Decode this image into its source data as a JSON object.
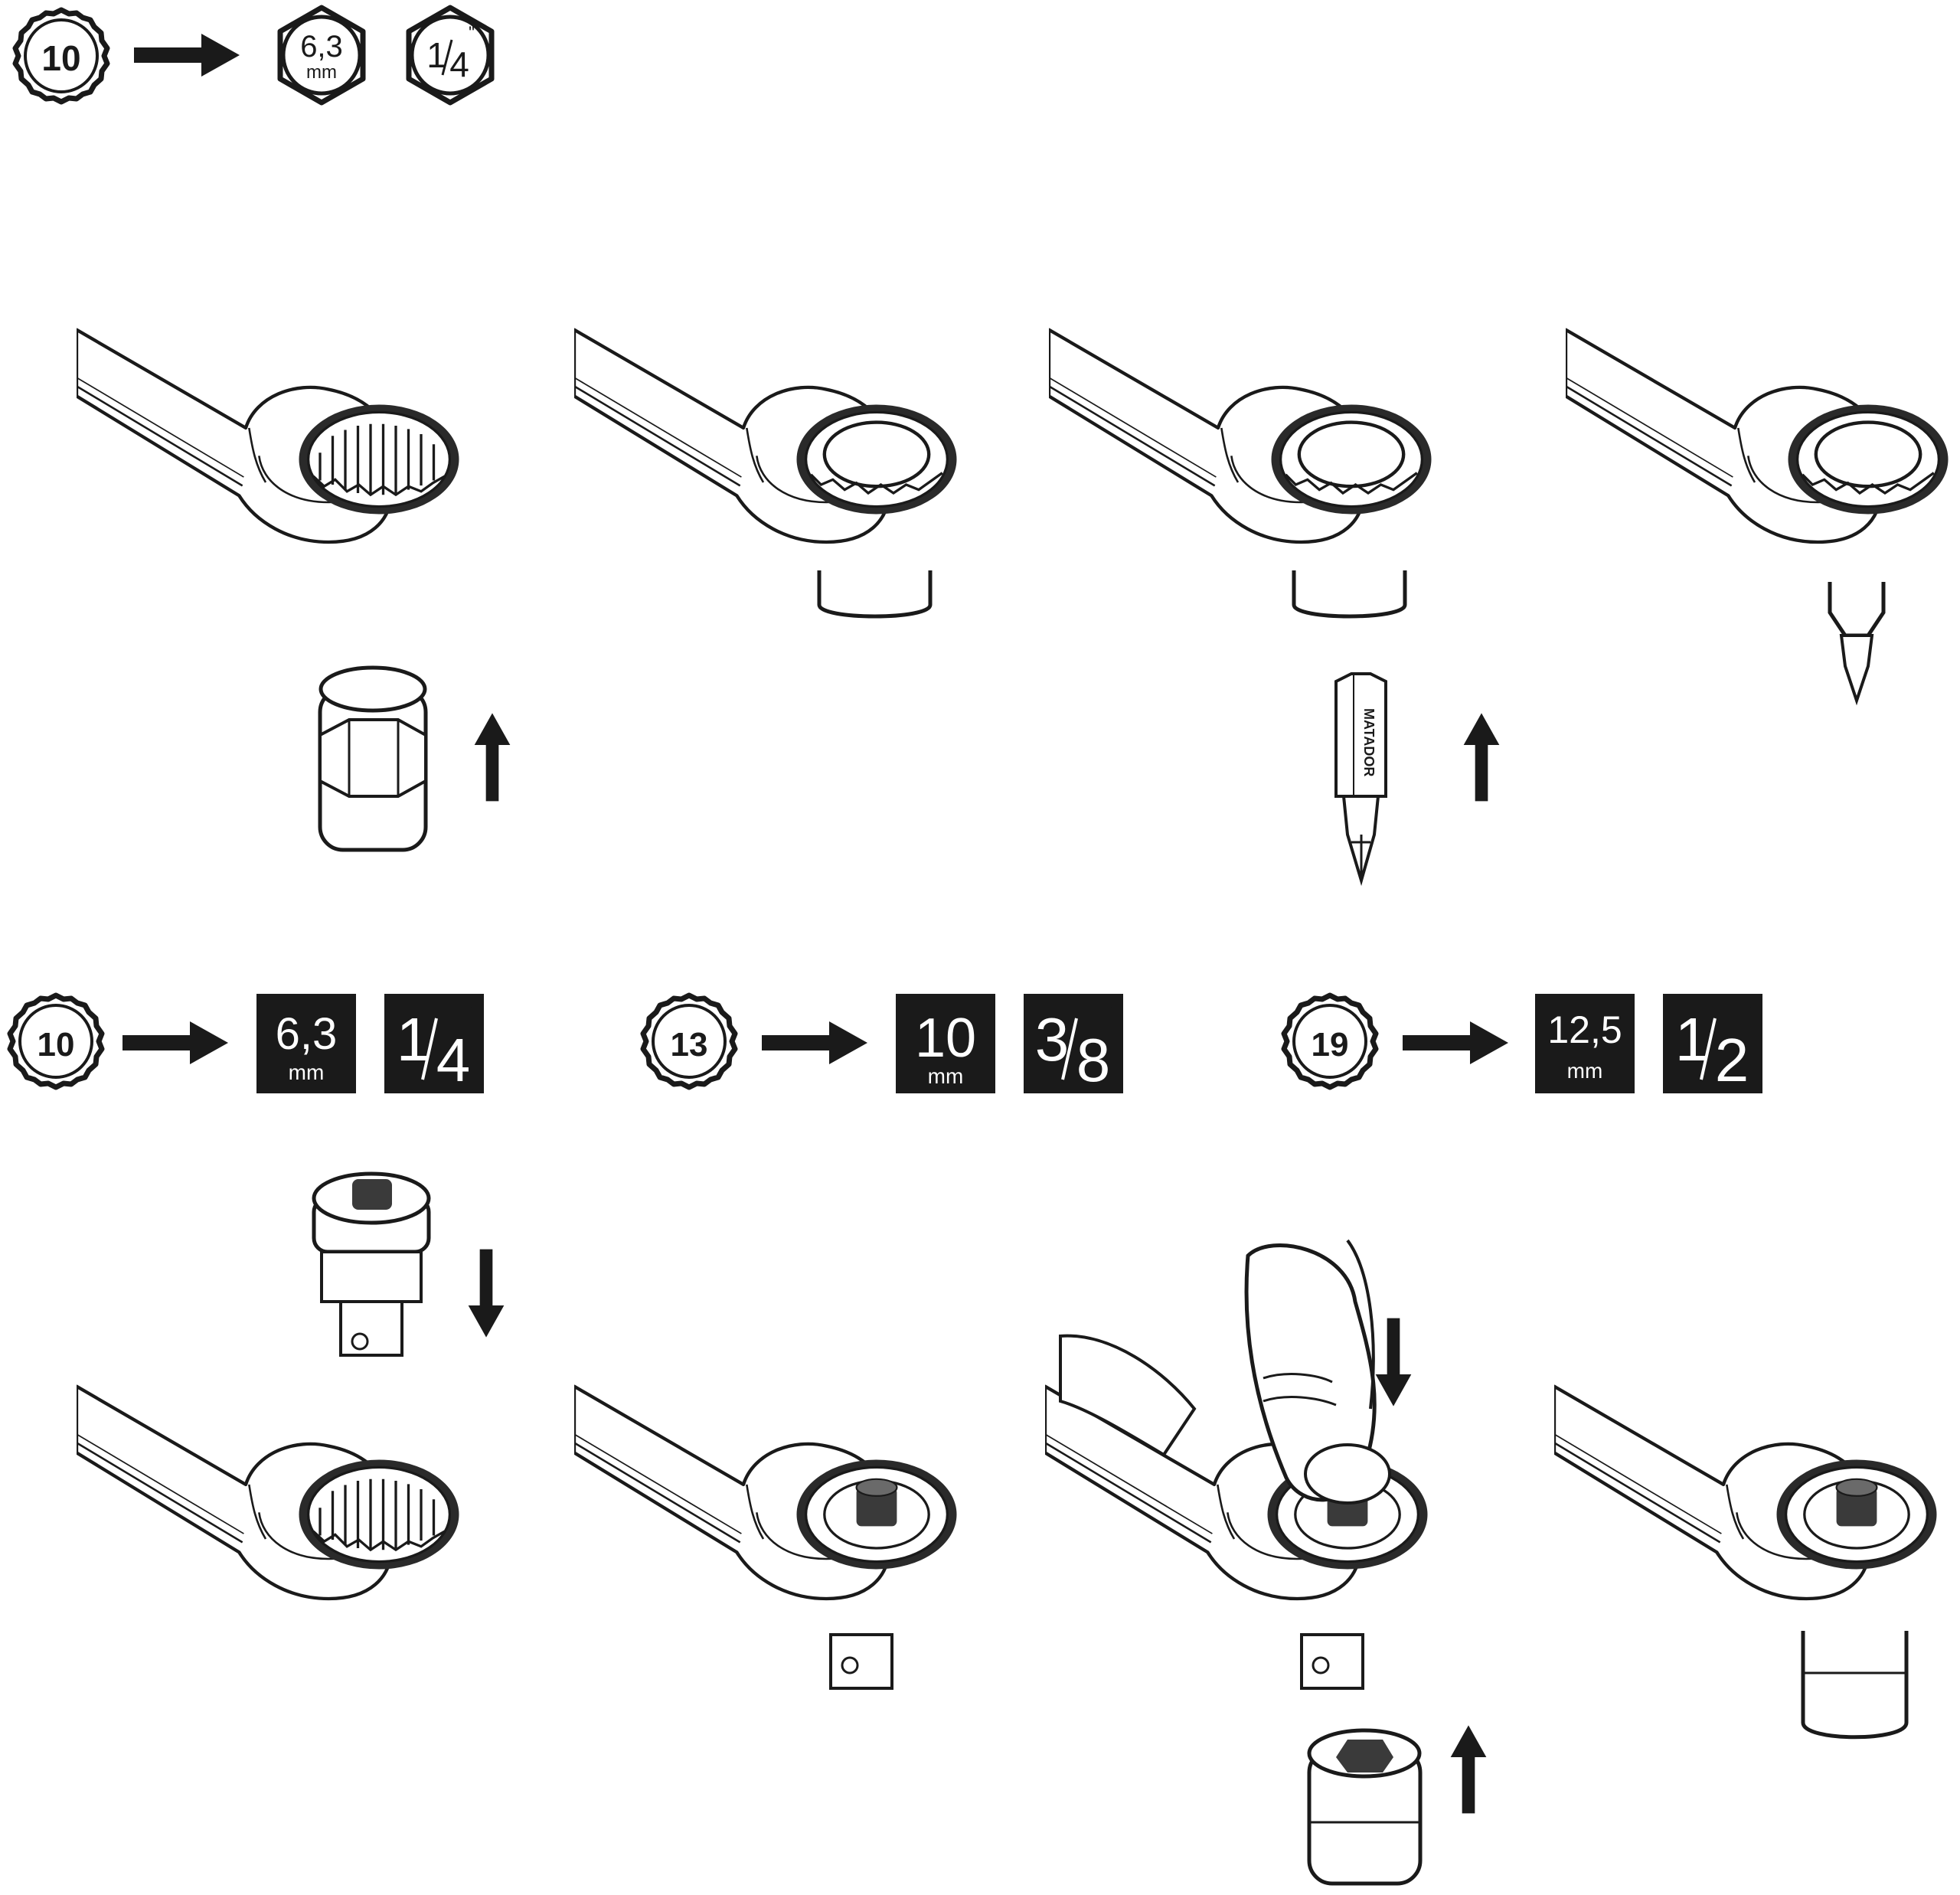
{
  "colors": {
    "ink": "#1a1a1a",
    "paper": "#ffffff",
    "ring": "#444444",
    "shade": "#e6e6e6"
  },
  "intro": {
    "wrench_size": "10",
    "hex_bit": {
      "value": "6,3",
      "unit": "mm"
    },
    "hex_inch": {
      "num": "1",
      "den": "4",
      "mark": "\""
    }
  },
  "brand": "MATADOR",
  "adapters": [
    {
      "wrench_size": "10",
      "drive_mm": {
        "value": "6,3",
        "unit": "mm"
      },
      "drive_inch": {
        "num": "1",
        "den": "4",
        "mark": "\""
      }
    },
    {
      "wrench_size": "13",
      "drive_mm": {
        "value": "10",
        "unit": "mm"
      },
      "drive_inch": {
        "num": "3",
        "den": "8",
        "mark": "\""
      }
    },
    {
      "wrench_size": "19",
      "drive_mm": {
        "value": "12,5",
        "unit": "mm"
      },
      "drive_inch": {
        "num": "1",
        "den": "2",
        "mark": "\""
      }
    }
  ],
  "icons": {
    "twelve_point": "twelve-point-socket-icon",
    "hexagon": "hex-drive-icon",
    "square_drive": "square-drive-icon",
    "arrow_right": "arrow-right-icon",
    "arrow_up": "arrow-up-icon",
    "arrow_down": "arrow-down-icon"
  }
}
